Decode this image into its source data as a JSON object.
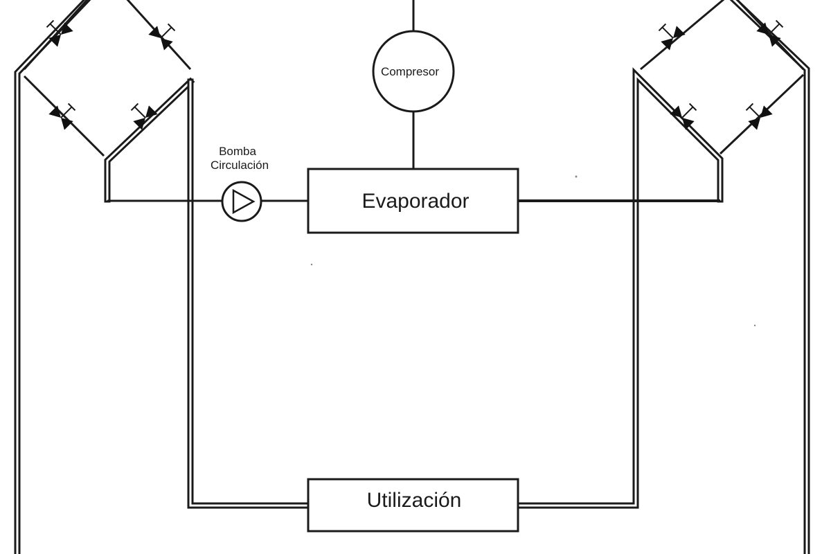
{
  "components": {
    "compressor": {
      "label": "Compresor"
    },
    "pump": {
      "label_line1": "Bomba",
      "label_line2": "Circulación"
    },
    "evaporator": {
      "label": "Evaporador"
    },
    "utilization": {
      "label": "Utilización"
    }
  },
  "colors": {
    "ink": "#1a1a1a",
    "background": "#ffffff"
  }
}
